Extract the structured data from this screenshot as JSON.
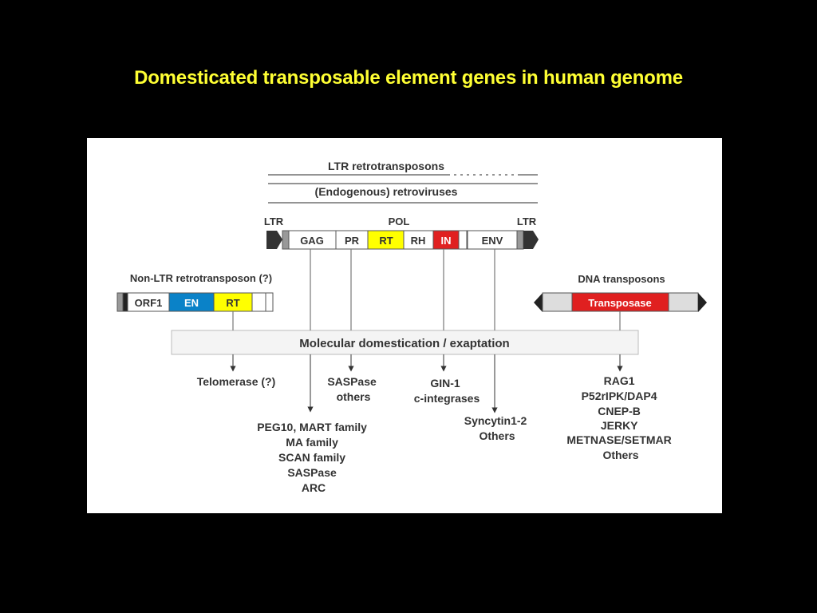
{
  "slide": {
    "title": "Domesticated transposable element genes in human genome"
  },
  "diagram": {
    "ltr_retrotransposons": "LTR retrotransposons",
    "endogenous_retroviruses": "(Endogenous) retroviruses",
    "ltr_left": "LTR",
    "pol": "POL",
    "ltr_right": "LTR",
    "gag": "GAG",
    "pr": "PR",
    "rt": "RT",
    "rh": "RH",
    "in": "IN",
    "env": "ENV",
    "non_ltr_title": "Non-LTR retrotransposon (?)",
    "orf1": "ORF1",
    "en": "EN",
    "non_ltr_rt": "RT",
    "dna_title": "DNA transposons",
    "transposase": "Transposase",
    "domestication": "Molecular domestication / exaptation",
    "telomerase": "Telomerase (?)",
    "saspase_others": [
      "SASPase",
      "others"
    ],
    "gin1": [
      "GIN-1",
      "c-integrases"
    ],
    "peg10": [
      "PEG10, MART family",
      "MA family",
      "SCAN family",
      "SASPase",
      "ARC"
    ],
    "syncytin": [
      "Syncytin1-2",
      "Others"
    ],
    "rag1": [
      "RAG1",
      "P52rIPK/DAP4",
      "CNEP-B",
      "JERKY",
      "METNASE/SETMAR",
      "Others"
    ],
    "colors": {
      "rt_yellow": "#ffff00",
      "en_blue": "#0a82c8",
      "in_red": "#e02020",
      "title_yellow": "#ffff33"
    }
  }
}
